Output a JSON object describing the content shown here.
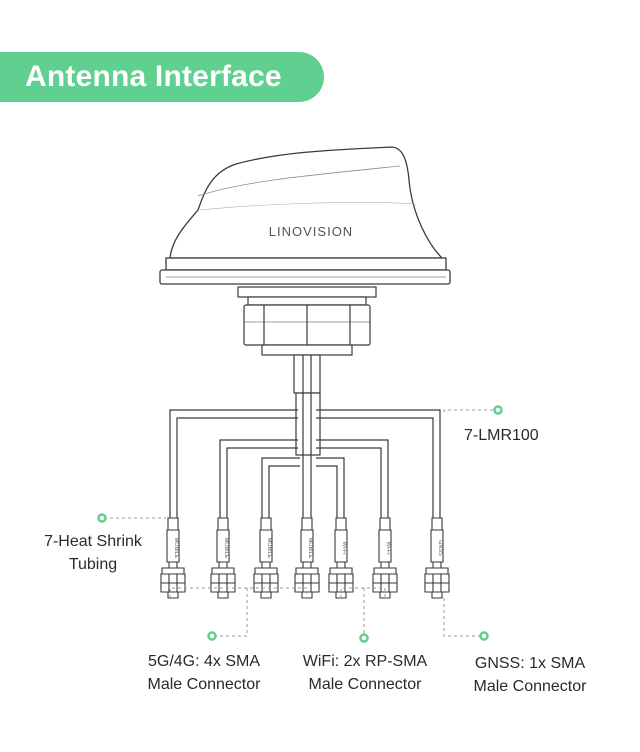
{
  "header": {
    "title": "Antenna Interface"
  },
  "antenna": {
    "brand": "LINOVISION"
  },
  "connectors": {
    "tags": [
      "MOBILE",
      "MOBILE",
      "MOBILE",
      "MOBILE",
      "Wi-Fi",
      "Wi-Fi",
      "GNSS"
    ]
  },
  "callouts": {
    "cable": {
      "label": "7-LMR100"
    },
    "heat_shrink": {
      "line1": "7-Heat Shrink",
      "line2": "Tubing"
    },
    "cellular": {
      "line1": "5G/4G:  4x SMA",
      "line2": "Male Connector"
    },
    "wifi": {
      "line1": "WiFi:  2x RP-SMA",
      "line2": "Male Connector"
    },
    "gnss": {
      "line1": "GNSS:  1x SMA",
      "line2": "Male Connector"
    }
  },
  "colors": {
    "accent": "#5fd08f",
    "line": "#3a3a3a",
    "dash": "#9a9a9a",
    "text": "#2a2a2a"
  }
}
